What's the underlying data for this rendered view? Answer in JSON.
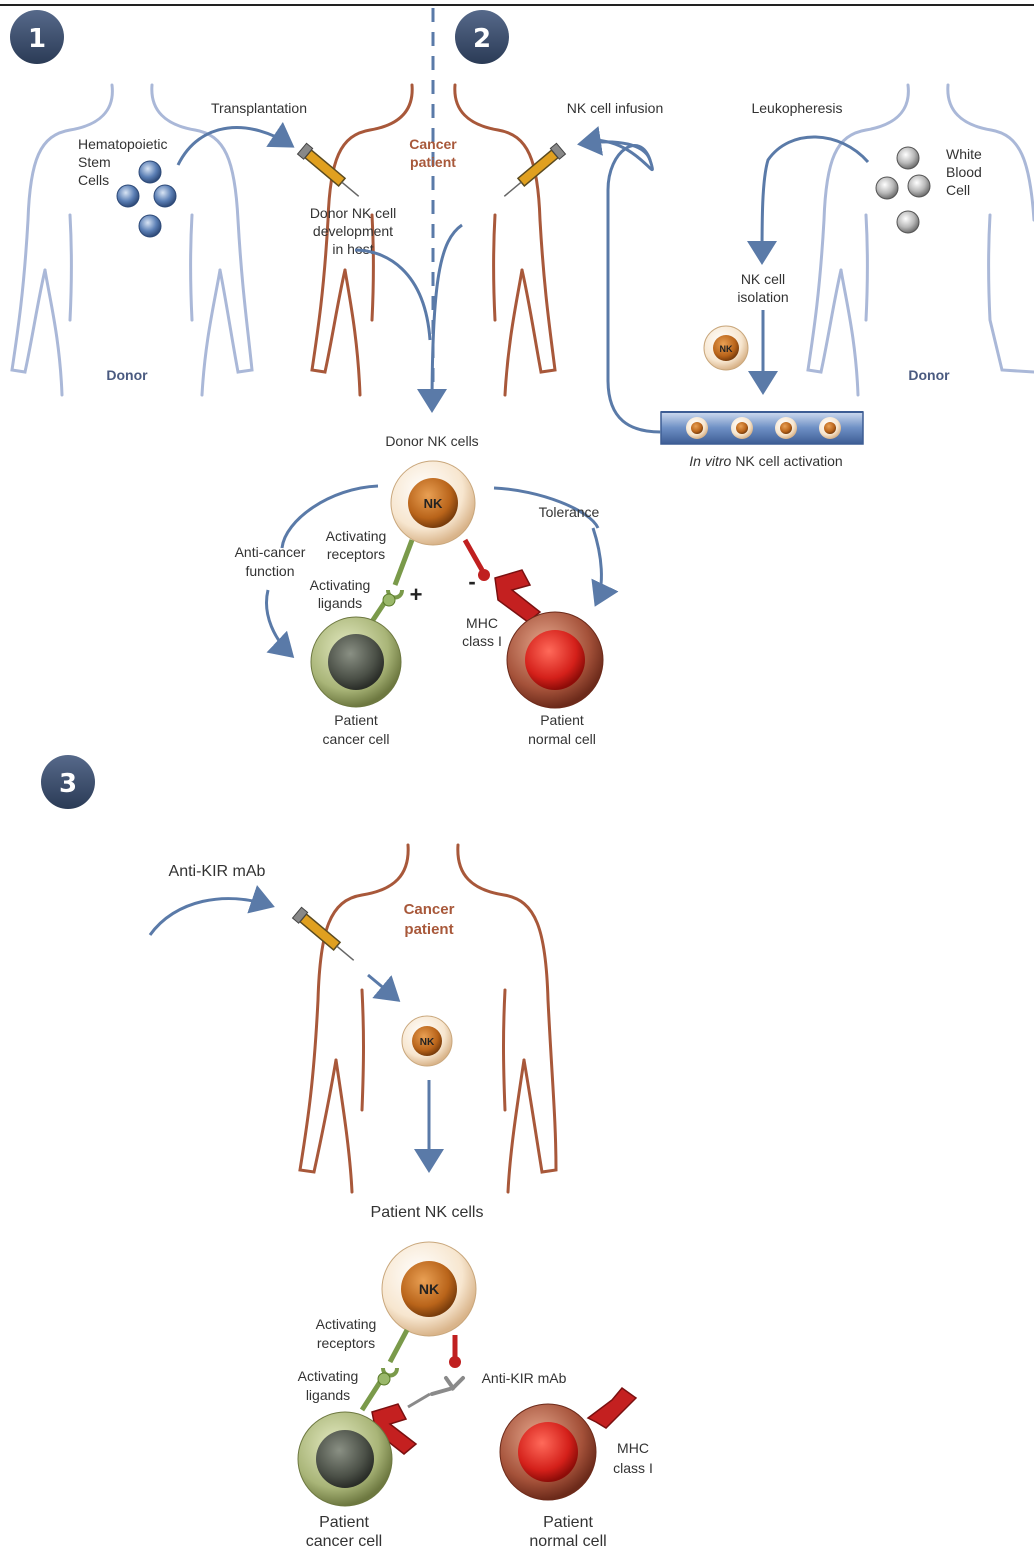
{
  "steps": [
    "1",
    "2",
    "3"
  ],
  "panel1": {
    "transplantation": "Transplantation",
    "hsc": [
      "Hematopoietic",
      "Stem",
      "Cells"
    ],
    "donor": "Donor",
    "cancer_patient": [
      "Cancer",
      "patient"
    ],
    "donor_nk_dev": [
      "Donor NK cell",
      "development",
      "in host"
    ]
  },
  "panel2": {
    "nk_infusion": "NK cell infusion",
    "leukopheresis": "Leukopheresis",
    "wbc": [
      "White",
      "Blood",
      "Cell"
    ],
    "nk_isolation": [
      "NK cell",
      "isolation"
    ],
    "donor": "Donor",
    "in_vitro_italic": "In vitro",
    "in_vitro_rest": "NK cell activation"
  },
  "mechanism1": {
    "donor_nk_cells": "Donor NK cells",
    "nk": "NK",
    "anti_cancer": [
      "Anti-cancer",
      "function"
    ],
    "activating_receptors": [
      "Activating",
      "receptors"
    ],
    "activating_ligands": [
      "Activating",
      "ligands"
    ],
    "plus": "+",
    "minus": "-",
    "tolerance": "Tolerance",
    "mhc": [
      "MHC",
      "class I"
    ],
    "cancer_cell": [
      "Patient",
      "cancer cell"
    ],
    "normal_cell": [
      "Patient",
      "normal cell"
    ]
  },
  "panel3": {
    "anti_kir_mab": "Anti-KIR mAb",
    "cancer_patient": [
      "Cancer",
      "patient"
    ],
    "nk": "NK",
    "patient_nk_cells": "Patient NK cells",
    "activating_receptors": [
      "Activating",
      "receptors"
    ],
    "activating_ligands": [
      "Activating",
      "ligands"
    ],
    "anti_kir_mab_label": "Anti-KIR mAb",
    "mhc": [
      "MHC",
      "class I"
    ],
    "cancer_cell": [
      "Patient",
      "cancer cell"
    ],
    "normal_cell": [
      "Patient",
      "normal cell"
    ]
  },
  "colors": {
    "badge": "#3b4f6f",
    "arrow": "#5a7aa8",
    "donor_outline": "#aab8d8",
    "patient_outline": "#a8583a",
    "nk_cell": "#c06f1e",
    "cancer_cell": "#7d8a55",
    "normal_cell": "#c42418",
    "receptor_green": "#7a9a4a",
    "mhc_red": "#c02020"
  }
}
